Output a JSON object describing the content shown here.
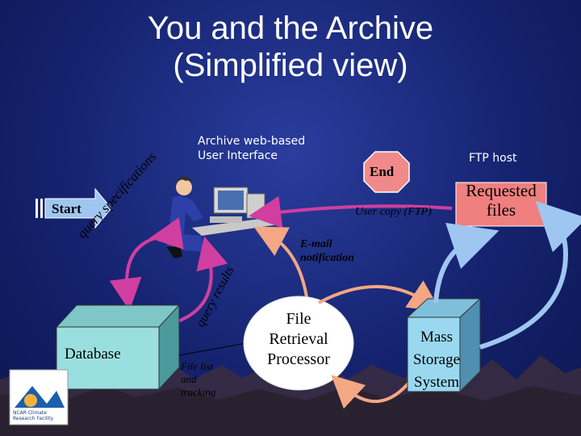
{
  "title": {
    "line1": "You and the Archive",
    "line2": "(Simplified view)"
  },
  "labels": {
    "web_ui": [
      "Archive web-based",
      "User Interface"
    ],
    "ftp_host": "FTP host",
    "end": "End",
    "start": "Start",
    "user_copy": "User copy (FTP)",
    "requested_files": [
      "Requested",
      "files"
    ],
    "email_notification": [
      "E-mail",
      "notification"
    ],
    "query_specifications": "query specifications",
    "query_results": "query results",
    "database": "Database",
    "file_list": [
      "File list",
      "and",
      "tracking"
    ],
    "file_retrieval": [
      "File",
      "Retrieval",
      "Processor"
    ],
    "mass_storage": [
      "Mass",
      "Storage",
      "System"
    ],
    "logo_text": [
      "NCAR Climate",
      "Research Facility"
    ]
  },
  "colors": {
    "end_sign": "#f08a8a",
    "requested_files_box": "#f07f7f",
    "database_front": "#9adfe0",
    "mass_storage_front": "#9ad8f0",
    "arrow_pink": "#d03f9f",
    "arrow_salmon": "#f3a783",
    "arrow_lightblue": "#9fc6f0"
  }
}
